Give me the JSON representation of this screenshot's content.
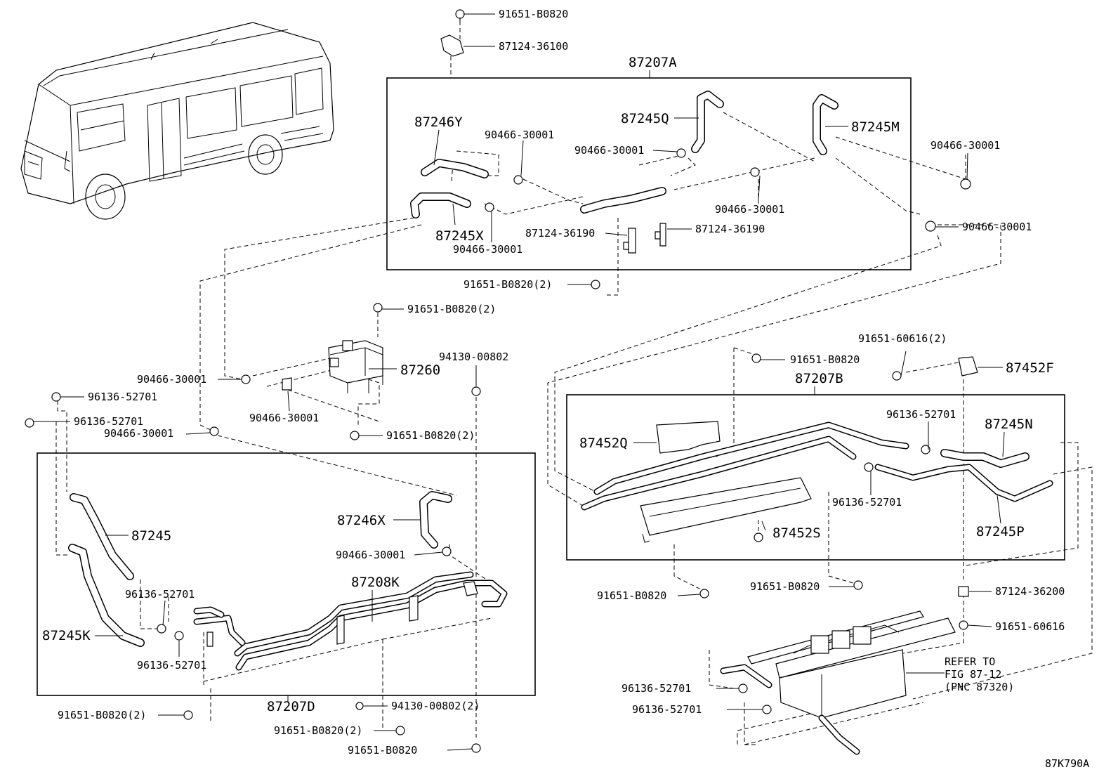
{
  "diagram_id": "87K790A",
  "labels": {
    "top_bolt": "91651-B0820",
    "top_clamp": "87124-36100",
    "assy_a": "87207A",
    "hose_246y": "87246Y",
    "clip_a1": "90466-30001",
    "hose_245q": "87245Q",
    "clip_a2": "90466-30001",
    "hose_245m": "87245M",
    "clip_a3": "90466-30001",
    "hose_245x": "87245X",
    "clip_a4": "90466-30001",
    "clamp_a1": "87124-36190",
    "clamp_a2": "87124-36190",
    "bolt_a": "91651-B0820(2)",
    "clip_r1": "90466-30001",
    "clip_r2": "90466-30001",
    "bolt_valve_top": "91651-B0820(2)",
    "valve": "87260",
    "grommet_1": "94130-00802",
    "clip_v1": "90466-30001",
    "clip_v2": "90466-30001",
    "bolt_valve_bot": "91651-B0820(2)",
    "clip_l1": "90466-30001",
    "clamp_l1": "96136-52701",
    "clamp_l2": "96136-52701",
    "bolt_b1": "91651-B0820",
    "bolt_b2": "91651-60616(2)",
    "bracket_f": "87452F",
    "assy_b": "87207B",
    "clamp_b1": "96136-52701",
    "hose_245n": "87245N",
    "bracket_q": "87452Q",
    "clamp_b2": "96136-52701",
    "bracket_s": "87452S",
    "hose_245p": "87245P",
    "hose_246x": "87246X",
    "hose_245": "87245",
    "clip_d1": "90466-30001",
    "pipe_208k": "87208K",
    "clamp_d1": "96136-52701",
    "hose_245k": "87245K",
    "clamp_d2": "96136-52701",
    "bolt_d1": "91651-B0820(2)",
    "assy_d": "87207D",
    "grommet_2": "94130-00802(2)",
    "bolt_d2": "91651-B0820(2)",
    "bolt_d3": "91651-B0820",
    "bolt_c1": "91651-B0820",
    "bolt_c2": "91651-B0820",
    "clamp_c1": "87124-36200",
    "bolt_c3": "91651-60616",
    "refer_1": "REFER TO",
    "refer_2": "FIG 87-12",
    "refer_3": "(PNC 87320)",
    "clamp_c2": "96136-52701",
    "clamp_c3": "96136-52701"
  }
}
